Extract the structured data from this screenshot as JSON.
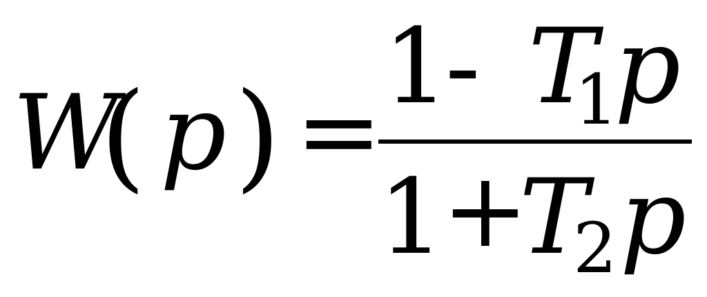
{
  "formula": {
    "lhs": {
      "function_name": "W",
      "open_paren": "(",
      "variable": "p",
      "close_paren": ")"
    },
    "equals": "=",
    "numerator": {
      "constant": "1",
      "operator": "-",
      "coefficient": "T",
      "subscript": "1",
      "variable": "p"
    },
    "denominator": {
      "constant": "1",
      "operator": "+",
      "coefficient": "T",
      "subscript": "2",
      "variable": "p"
    }
  }
}
